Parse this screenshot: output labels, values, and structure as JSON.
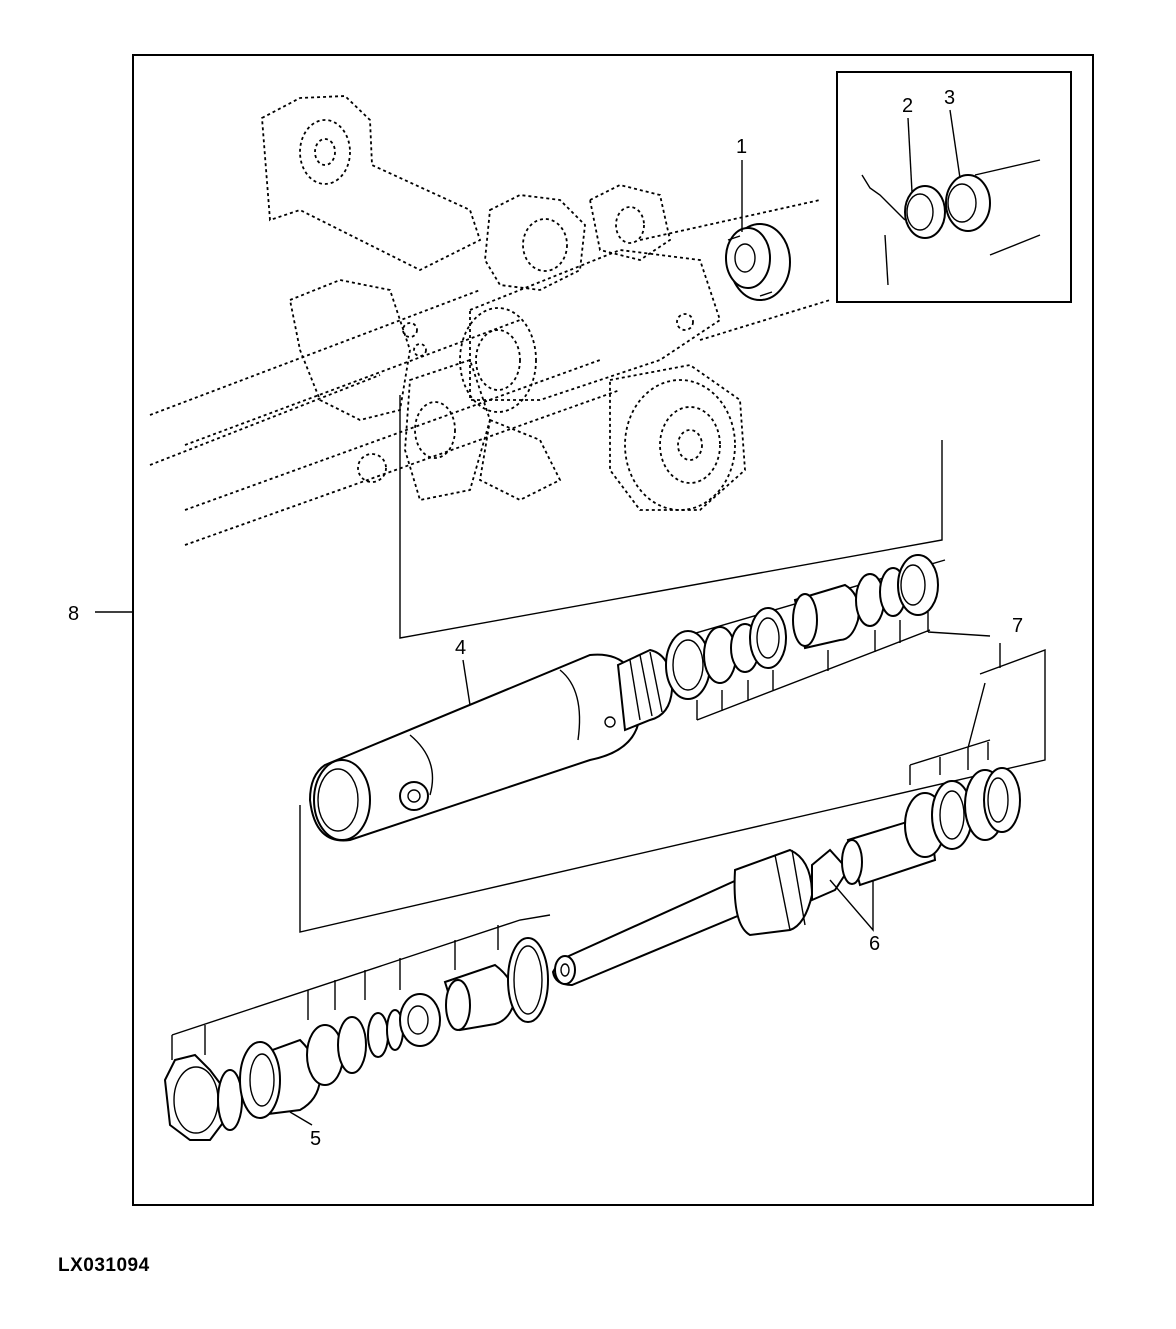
{
  "figure_id": "LX031094",
  "callouts": {
    "c1": "1",
    "c2": "2",
    "c3": "3",
    "c4": "4",
    "c5": "5",
    "c6": "6",
    "c7": "7",
    "c8": "8"
  }
}
